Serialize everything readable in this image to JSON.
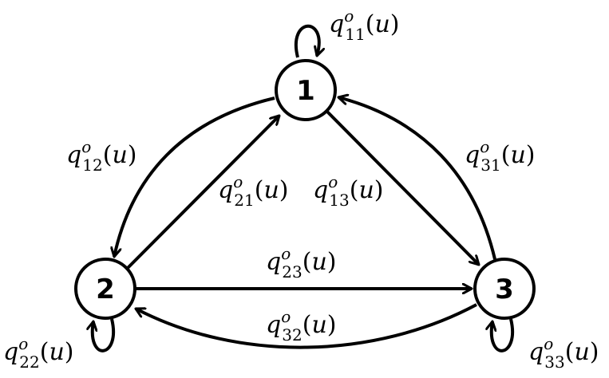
{
  "nodes": [
    {
      "id": "1",
      "label": "1"
    },
    {
      "id": "2",
      "label": "2"
    },
    {
      "id": "3",
      "label": "3"
    }
  ],
  "edges": [
    {
      "id": "q11",
      "from": "1",
      "to": "1",
      "symbol": "q",
      "sup": "o",
      "sub": "11",
      "arg": "u"
    },
    {
      "id": "q12",
      "from": "1",
      "to": "2",
      "symbol": "q",
      "sup": "o",
      "sub": "12",
      "arg": "u"
    },
    {
      "id": "q21",
      "from": "2",
      "to": "1",
      "symbol": "q",
      "sup": "o",
      "sub": "21",
      "arg": "u"
    },
    {
      "id": "q13",
      "from": "1",
      "to": "3",
      "symbol": "q",
      "sup": "o",
      "sub": "13",
      "arg": "u"
    },
    {
      "id": "q31",
      "from": "3",
      "to": "1",
      "symbol": "q",
      "sup": "o",
      "sub": "31",
      "arg": "u"
    },
    {
      "id": "q23",
      "from": "2",
      "to": "3",
      "symbol": "q",
      "sup": "o",
      "sub": "23",
      "arg": "u"
    },
    {
      "id": "q32",
      "from": "3",
      "to": "2",
      "symbol": "q",
      "sup": "o",
      "sub": "32",
      "arg": "u"
    },
    {
      "id": "q22",
      "from": "2",
      "to": "2",
      "symbol": "q",
      "sup": "o",
      "sub": "22",
      "arg": "u"
    },
    {
      "id": "q33",
      "from": "3",
      "to": "3",
      "symbol": "q",
      "sup": "o",
      "sub": "33",
      "arg": "u"
    }
  ]
}
